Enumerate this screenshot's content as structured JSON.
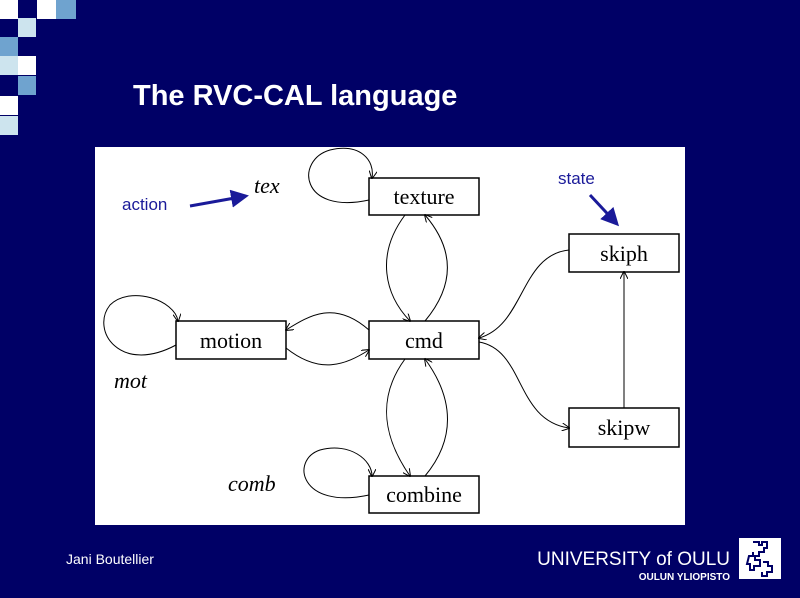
{
  "slide": {
    "title": "The RVC-CAL language",
    "author": "Jani Boutellier",
    "university": "UNIVERSITY of OULU",
    "university_sub": "OULUN YLIOPISTO"
  },
  "colors": {
    "background": "#000066",
    "annotation": "#1a1a99"
  },
  "diagram": {
    "nodes": {
      "texture": "texture",
      "skiph": "skiph",
      "motion": "motion",
      "cmd": "cmd",
      "skipw": "skipw",
      "combine": "combine"
    },
    "self_loop_labels": {
      "tex": "tex",
      "mot": "mot",
      "comb": "comb"
    },
    "annotations": {
      "action": "action",
      "state": "state"
    }
  }
}
